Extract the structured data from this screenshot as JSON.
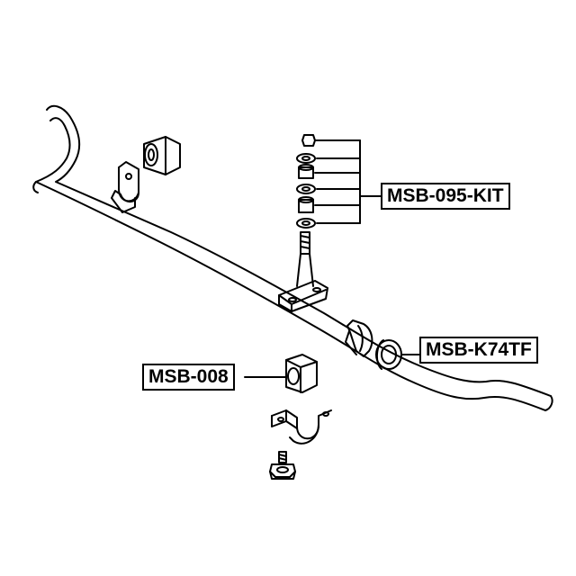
{
  "labels": {
    "kit": "MSB-095-KIT",
    "bushing_k74": "MSB-K74TF",
    "bushing_008": "MSB-008"
  },
  "colors": {
    "line": "#000000",
    "background": "#ffffff"
  }
}
